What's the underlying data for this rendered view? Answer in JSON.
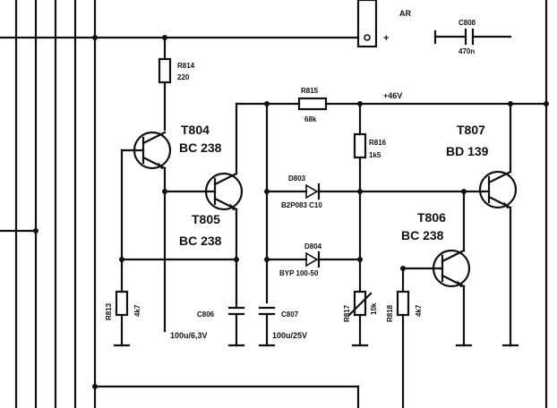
{
  "labels": {
    "ar": "AR",
    "ar_plus": "+",
    "c808_name": "C808",
    "c808_value": "470n",
    "r814_name": "R814",
    "r814_value": "220",
    "r815_name": "R815",
    "r815_value": "68k",
    "supply": "+46V",
    "t804_name": "T804",
    "t804_type": "BC 238",
    "t805_name": "T805",
    "t805_type": "BC 238",
    "t807_name": "T807",
    "t807_type": "BD 139",
    "t806_name": "T806",
    "t806_type": "BC 238",
    "r816_name": "R816",
    "r816_value": "1k5",
    "d803_name": "D803",
    "d803_type": "B2P083 C10",
    "d804_name": "D804",
    "d804_type": "BYP 100-50",
    "r813_name": "R813",
    "r813_value": "4k7",
    "c806_name": "C806",
    "c806_value": "100u/6,3V",
    "c807_name": "C807",
    "c807_value": "100u/25V",
    "r817_name": "R817",
    "r817_value": "10k",
    "r818_name": "R818",
    "r818_value": "4k7"
  }
}
